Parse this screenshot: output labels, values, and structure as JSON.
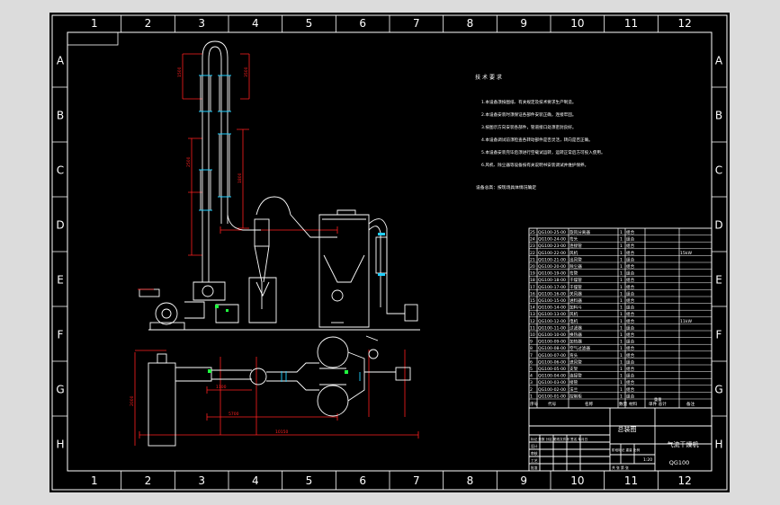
{
  "border": {
    "columns": [
      "1",
      "2",
      "3",
      "4",
      "5",
      "6",
      "7",
      "8",
      "9",
      "10",
      "11",
      "12"
    ],
    "rows": [
      "A",
      "B",
      "C",
      "D",
      "E",
      "F",
      "G",
      "H"
    ]
  },
  "notes": {
    "title": "技 术 要 求",
    "lines": [
      "1.本设备须按图纸、有关规定及技术要求生产制造。",
      "2.本设备安装时须保证各部件安装正确，连接牢固。",
      "3.按图示方向安装各部件，管道接口处须密封良好。",
      "4.本设备调试前须检查各转动部件是否灵活，转向是否正确。",
      "5.本设备安装完毕后须进行空载试运转，运转正常后方可投入使用。",
      "6.风机、除尘器等设备按有关说明书安装调试并维护保养。"
    ],
    "footer": "设备总高：按现场具体情况确定"
  },
  "dims": {
    "top_left": "1500",
    "top_right": "3500",
    "mid_left": "2500",
    "lower_left": "1800",
    "plan_width": "5700",
    "plan_total": "10150",
    "plan_short": "1100",
    "plan_height": "2000"
  },
  "parts": {
    "rows": [
      {
        "no": "25",
        "code": "QG100-25-00",
        "name": "旋风分离器",
        "qty": "1",
        "mat": "组合"
      },
      {
        "no": "24",
        "code": "QG100-24-00",
        "name": "弯头",
        "qty": "1",
        "mat": "组合"
      },
      {
        "no": "23",
        "code": "QG100-23-00",
        "name": "连接管",
        "qty": "1",
        "mat": "组合"
      },
      {
        "no": "22",
        "code": "QG100-22-00",
        "name": "风机",
        "qty": "1",
        "mat": "组合",
        "note": "15kW"
      },
      {
        "no": "21",
        "code": "QG100-21-00",
        "name": "出风管",
        "qty": "1",
        "mat": "组合"
      },
      {
        "no": "20",
        "code": "QG100-20-00",
        "name": "除尘器",
        "qty": "1",
        "mat": "组合"
      },
      {
        "no": "19",
        "code": "QG100-19-00",
        "name": "弯管",
        "qty": "1",
        "mat": "组合"
      },
      {
        "no": "18",
        "code": "QG100-18-00",
        "name": "干燥管",
        "qty": "1",
        "mat": "组合"
      },
      {
        "no": "17",
        "code": "QG100-17-00",
        "name": "干燥管",
        "qty": "1",
        "mat": "组合"
      },
      {
        "no": "16",
        "code": "QG100-16-00",
        "name": "关风器",
        "qty": "1",
        "mat": "组合"
      },
      {
        "no": "15",
        "code": "QG100-15-00",
        "name": "进料器",
        "qty": "1",
        "mat": "组合"
      },
      {
        "no": "14",
        "code": "QG100-14-00",
        "name": "加料斗",
        "qty": "1",
        "mat": "组合"
      },
      {
        "no": "13",
        "code": "QG100-13-00",
        "name": "风机",
        "qty": "1",
        "mat": "组合"
      },
      {
        "no": "12",
        "code": "QG100-12-00",
        "name": "电机",
        "qty": "1",
        "mat": "组合",
        "note": "11kW"
      },
      {
        "no": "11",
        "code": "QG100-11-00",
        "name": "过滤器",
        "qty": "1",
        "mat": "组合"
      },
      {
        "no": "10",
        "code": "QG100-10-00",
        "name": "换热器",
        "qty": "1",
        "mat": "组合"
      },
      {
        "no": "9",
        "code": "QG100-09-00",
        "name": "加热器",
        "qty": "1",
        "mat": "组合"
      },
      {
        "no": "8",
        "code": "QG100-08-00",
        "name": "空气过滤器",
        "qty": "1",
        "mat": "组合"
      },
      {
        "no": "7",
        "code": "QG100-07-00",
        "name": "弯头",
        "qty": "1",
        "mat": "组合"
      },
      {
        "no": "6",
        "code": "QG100-06-00",
        "name": "进风管",
        "qty": "1",
        "mat": "组合"
      },
      {
        "no": "5",
        "code": "QG100-05-00",
        "name": "支架",
        "qty": "1",
        "mat": "组合"
      },
      {
        "no": "4",
        "code": "QG100-04-00",
        "name": "连接管",
        "qty": "1",
        "mat": "组合"
      },
      {
        "no": "3",
        "code": "QG100-03-00",
        "name": "接管",
        "qty": "1",
        "mat": "组合"
      },
      {
        "no": "2",
        "code": "QG100-02-00",
        "name": "法兰",
        "qty": "1",
        "mat": "组合"
      },
      {
        "no": "1",
        "code": "QG100-01-00",
        "name": "控制柜",
        "qty": "1",
        "mat": "组合"
      }
    ],
    "header": {
      "no": "序号",
      "code": "代号",
      "name": "名称",
      "qty": "数量",
      "mat": "材料",
      "weight": "单件 总计",
      "weight_label": "重量",
      "note": "备注"
    }
  },
  "title_block": {
    "assembly": "总装图",
    "product": "气流干燥机",
    "model": "QG100",
    "scale": "1:20",
    "rev_labels": "标记 处数 分区 更改文件号 签名 年月日",
    "stage_labels": "阶段标记 重量 比例",
    "design": "设计",
    "check": "审核",
    "process": "工艺",
    "approve": "批准",
    "sheet_labels": "共 张 第 张"
  }
}
